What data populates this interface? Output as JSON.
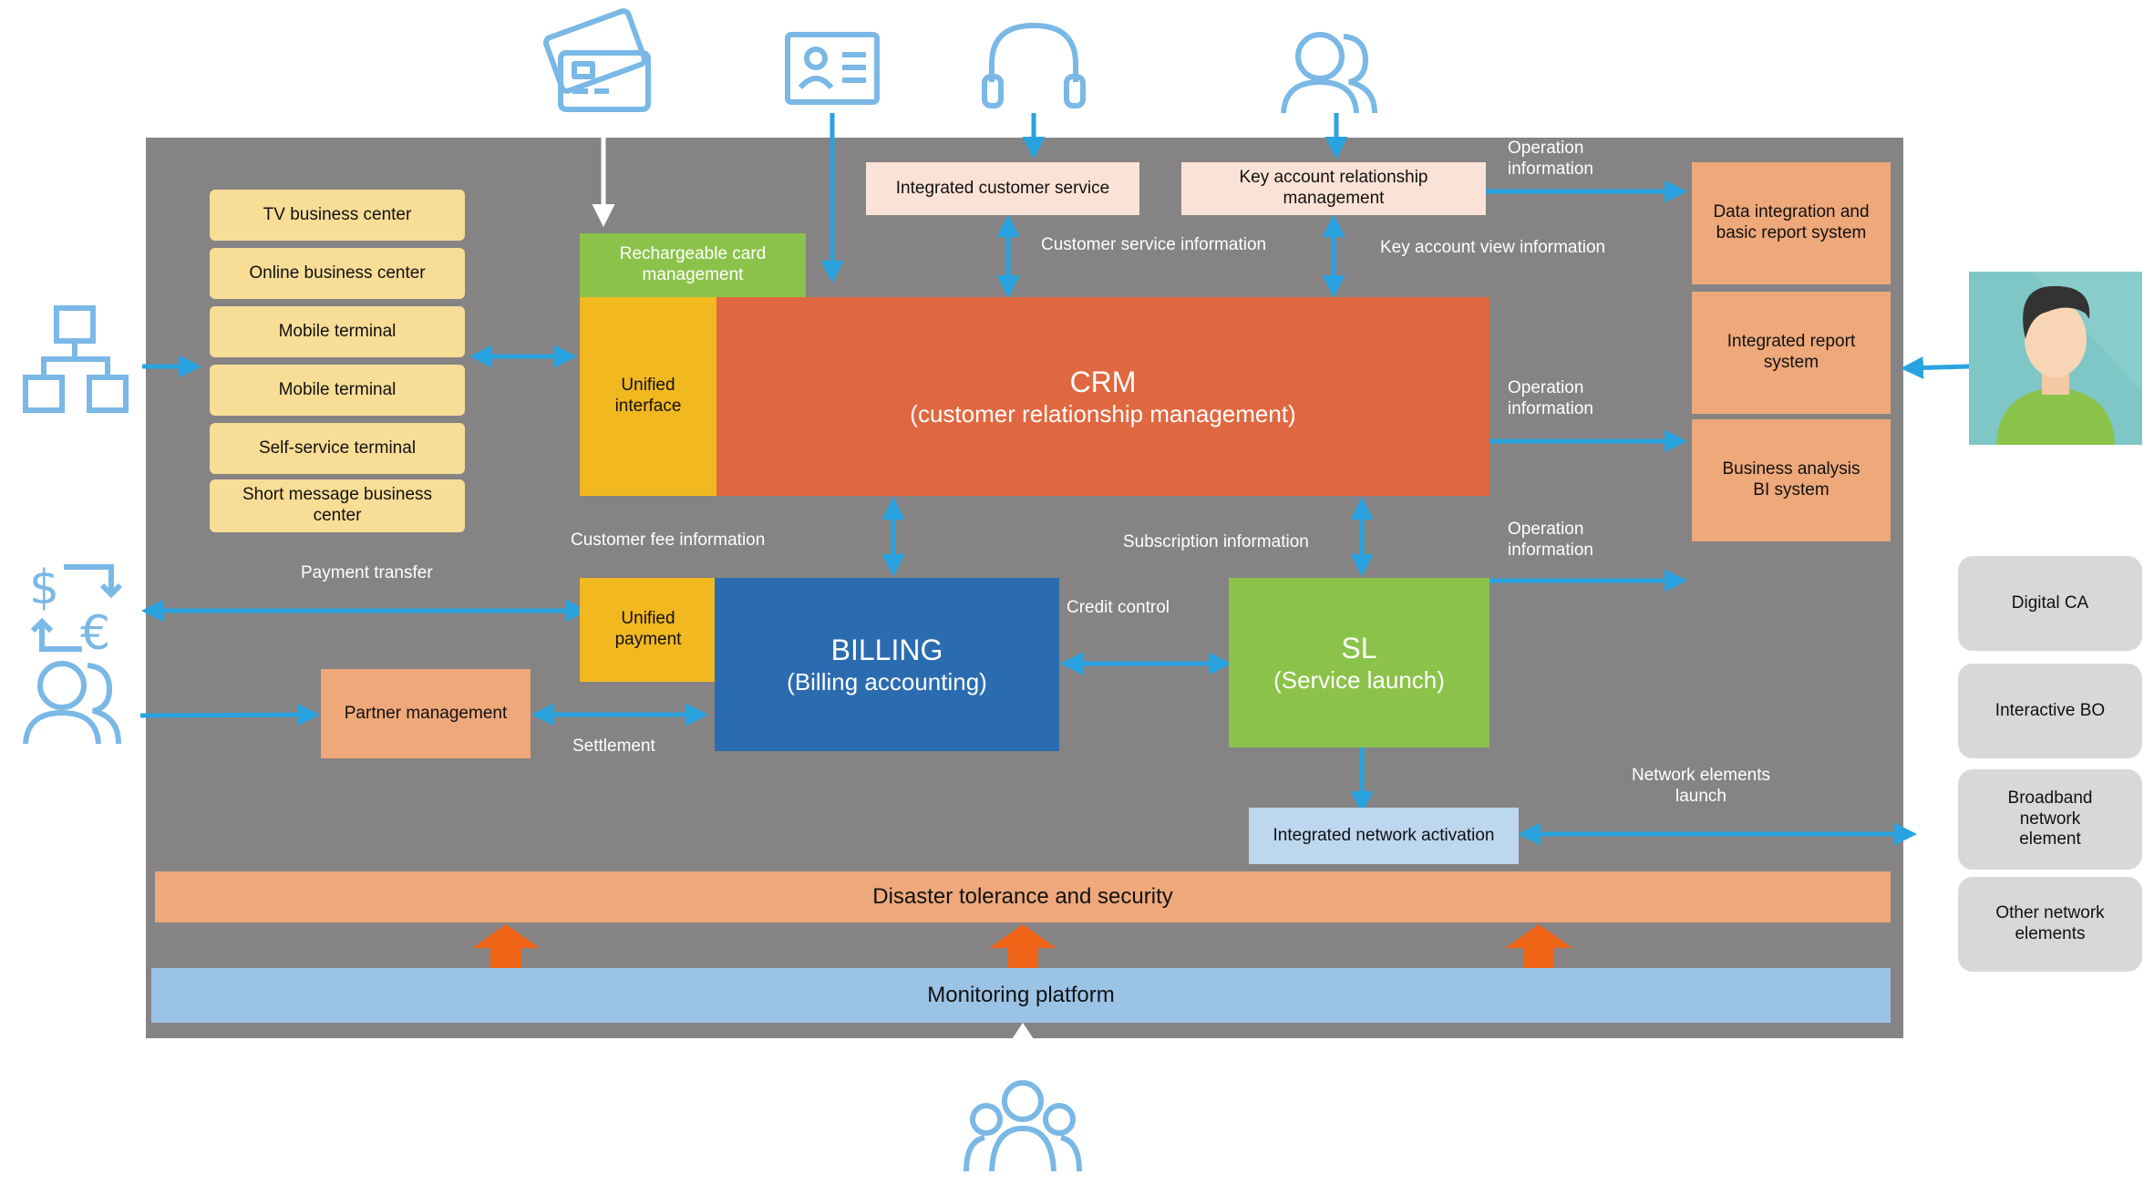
{
  "diagram": {
    "channels": [
      "TV business center",
      "Online business center",
      "Mobile terminal",
      "Mobile terminal",
      "Self-service terminal",
      "Short message business center"
    ],
    "rechargeable_card": "Rechargeable card management",
    "integrated_customer_service": "Integrated customer service",
    "key_account": "Key account relationship management",
    "unified_interface": "Unified interface",
    "crm_title": "CRM",
    "crm_subtitle": "(customer relationship management)",
    "unified_payment": "Unified payment",
    "billing_title": "BILLING",
    "billing_subtitle": "(Billing accounting)",
    "sl_title": "SL",
    "sl_subtitle": "(Service launch)",
    "partner_management": "Partner management",
    "integrated_network_activation": "Integrated network activation",
    "reports": [
      "Data integration and basic report system",
      "Integrated report system",
      "Business analysis BI system"
    ],
    "network_elements": [
      "Digital CA",
      "Interactive BO",
      "Broadband network element",
      "Other network elements"
    ],
    "disaster_tolerance": "Disaster tolerance and security",
    "monitoring_platform": "Monitoring platform",
    "labels": {
      "customer_service_information": "Customer service information",
      "key_account_view_information": "Key account view information",
      "operation_information": "Operation information",
      "customer_fee_information": "Customer fee information",
      "subscription_information": "Subscription information",
      "credit_control": "Credit control",
      "payment_transfer": "Payment transfer",
      "settlement": "Settlement",
      "network_elements_launch": "Network elements launch"
    },
    "icons": [
      "credit-card-icon",
      "id-card-icon",
      "headset-icon",
      "users-icon",
      "hierarchy-icon",
      "currency-exchange-icon",
      "partners-icon",
      "user-avatar-icon",
      "group-icon"
    ],
    "colors": {
      "panel": "#858384",
      "blue_arrow": "#29a3e0",
      "icon_blue": "#7ab8e6",
      "crm": "#e06840",
      "billing": "#2b6cb0",
      "sl": "#8bc34a",
      "unified": "#f2b820",
      "green_card": "#8bc34a",
      "salmon": "#eea87a",
      "monitor": "#9bc3e6",
      "orange_arrow": "#f06418"
    }
  }
}
